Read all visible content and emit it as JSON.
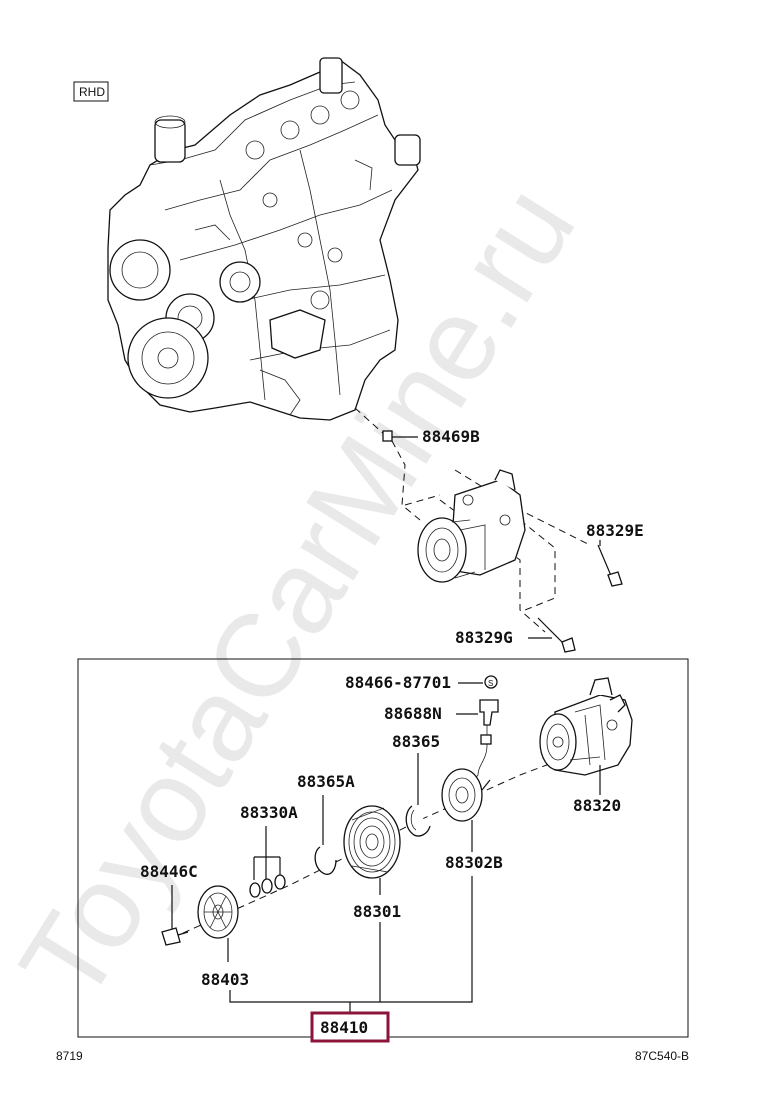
{
  "watermark": "ToyotaCarMine.ru",
  "tags": {
    "rhd": "RHD",
    "page_left": "8719",
    "page_right": "87C540-B"
  },
  "parts": {
    "p88469B": "88469B",
    "p88329E": "88329E",
    "p88329G": "88329G",
    "p88466": "88466-87701",
    "p88688N": "88688N",
    "p88365": "88365",
    "p88365A": "88365A",
    "p88330A": "88330A",
    "p88320": "88320",
    "p88446C": "88446C",
    "p88302B": "88302B",
    "p88301": "88301",
    "p88403": "88403",
    "p88410": "88410"
  },
  "colors": {
    "highlight": "#8b1538",
    "line": "#111111",
    "watermark": "#e9e9e9"
  }
}
